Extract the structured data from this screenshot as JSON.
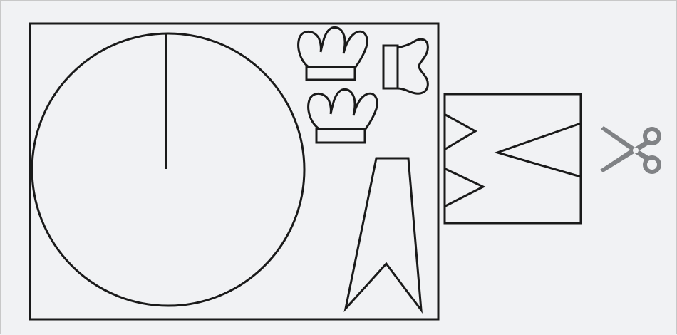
{
  "figure": {
    "colors": {
      "background": "#f1f2f4",
      "outline": "#1a1a1a",
      "scissors": "#808285"
    },
    "shapes": [
      "large-sheet",
      "circle-with-radial-slit",
      "crown-cutout",
      "crown-cutout",
      "sleeve-cutout",
      "long-tapered-strip-with-notch",
      "small-sheet-with-zigzag-and-triangle-notch"
    ],
    "icons": [
      "scissors-icon"
    ]
  }
}
